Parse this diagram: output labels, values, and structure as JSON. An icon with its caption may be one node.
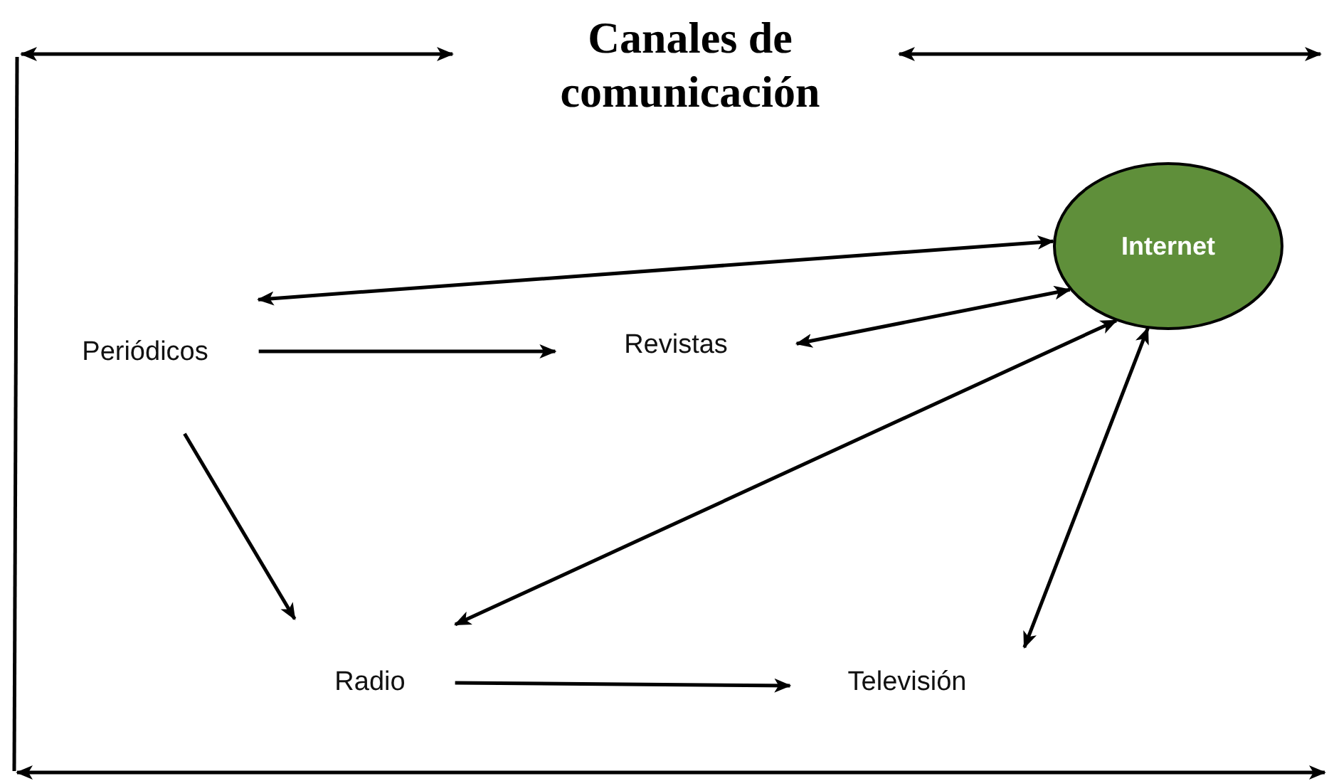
{
  "diagram": {
    "title": "Canales de comunicación",
    "nodes": [
      {
        "text": [
          "Internet"
        ]
      },
      {
        "text": [
          "Periódicos"
        ]
      },
      {
        "text": [
          "Revistas"
        ]
      },
      {
        "text": [
          "Radio"
        ]
      },
      {
        "text": [
          "Televisión"
        ]
      }
    ],
    "edges": [
      {
        "from": 1,
        "to": 0,
        "arrow": "both"
      },
      {
        "from": 1,
        "to": 2,
        "arrow": "to"
      },
      {
        "from": 2,
        "to": 0,
        "arrow": "both"
      },
      {
        "from": 1,
        "to": 3,
        "arrow": "to"
      },
      {
        "from": 3,
        "to": 0,
        "arrow": "both"
      },
      {
        "from": 3,
        "to": 4,
        "arrow": "to"
      },
      {
        "from": 4,
        "to": 0,
        "arrow": "both"
      }
    ]
  }
}
